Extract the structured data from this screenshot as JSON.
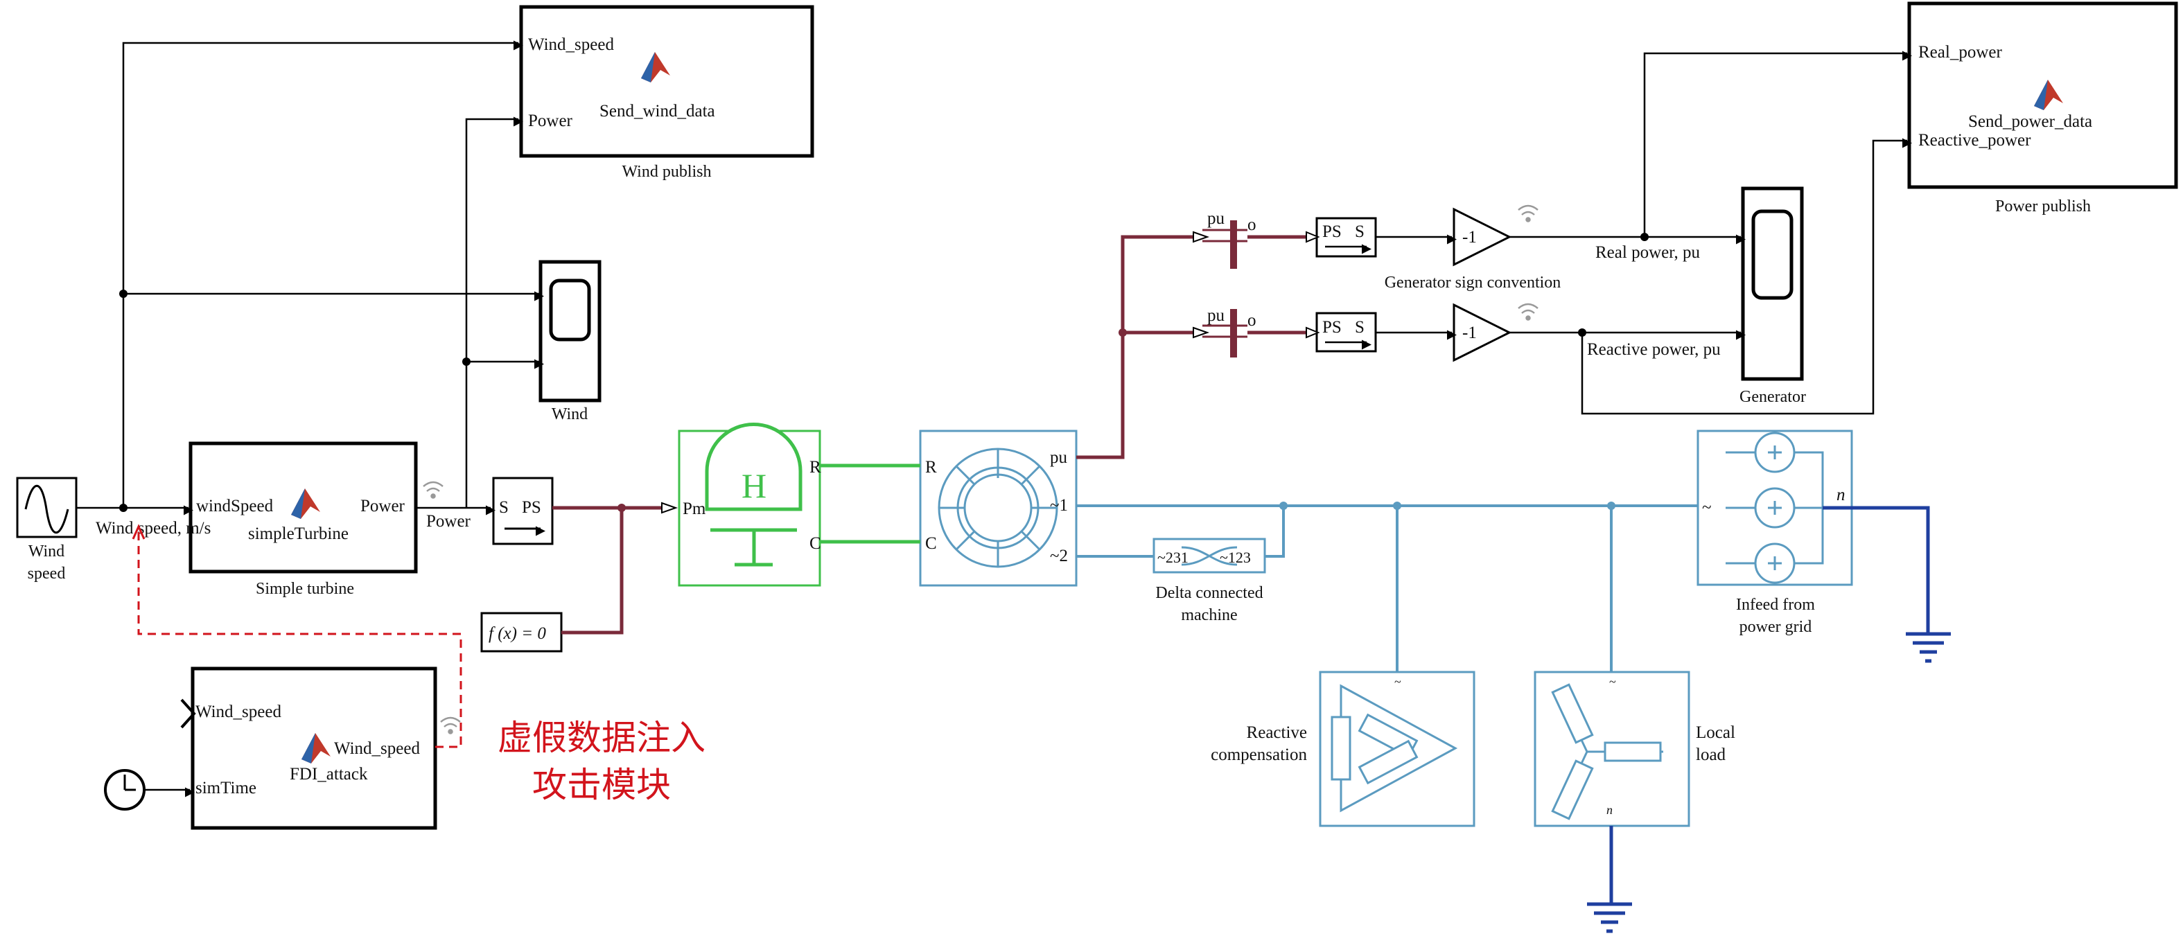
{
  "blocks": {
    "wind_publish": {
      "in1": "Wind_speed",
      "in2": "Power",
      "name": "Send_wind_data",
      "caption": "Wind publish"
    },
    "wind_scope": {
      "caption": "Wind"
    },
    "wind_source": {
      "caption_line1": "Wind",
      "caption_line2": "speed"
    },
    "simple_turbine": {
      "in1": "windSpeed",
      "out1": "Power",
      "name": "simpleTurbine",
      "caption": "Simple turbine"
    },
    "signal_labels": {
      "wind_speed": "Wind speed, m/s",
      "power": "Power"
    },
    "s_ps": {
      "s": "S",
      "ps": "PS"
    },
    "solver": {
      "label": "f (x) = 0"
    },
    "fdi": {
      "in1": "Wind_speed",
      "in2": "simTime",
      "out1": "Wind_speed",
      "name": "FDI_attack"
    },
    "attack_note": {
      "line1": "虚假数据注入",
      "line2": "攻击模块"
    },
    "inertia": {
      "h": "H",
      "port_r": "R",
      "port_c": "C",
      "port_pm": "Pm"
    },
    "machine": {
      "port_r": "R",
      "port_c": "C",
      "port_pu": "pu",
      "port_1": "~1",
      "port_2": "~2"
    },
    "delta": {
      "text_a": "~231",
      "text_b": "~123",
      "caption_line1": "Delta connected",
      "caption_line2": "machine"
    },
    "sensors": {
      "pu": "pu",
      "o": "o"
    },
    "ps_s": {
      "ps": "PS",
      "s": "S"
    },
    "gains": {
      "value": "-1"
    },
    "gen_conv": {
      "caption": "Generator sign convention"
    },
    "gen_signals": {
      "real": "Real power, pu",
      "reactive": "Reactive power, pu"
    },
    "generator_scope": {
      "caption": "Generator"
    },
    "power_publish": {
      "in1": "Real_power",
      "in2": "Reactive_power",
      "name": "Send_power_data",
      "caption": "Power publish"
    },
    "infeed": {
      "tilde": "~",
      "n": "n",
      "caption_line1": "Infeed from",
      "caption_line2": "power grid"
    },
    "reactive_comp": {
      "tilde": "~",
      "caption_line1": "Reactive",
      "caption_line2": "compensation"
    },
    "local_load": {
      "tilde": "~",
      "n": "n",
      "caption_line1": "Local",
      "caption_line2": "load"
    }
  }
}
